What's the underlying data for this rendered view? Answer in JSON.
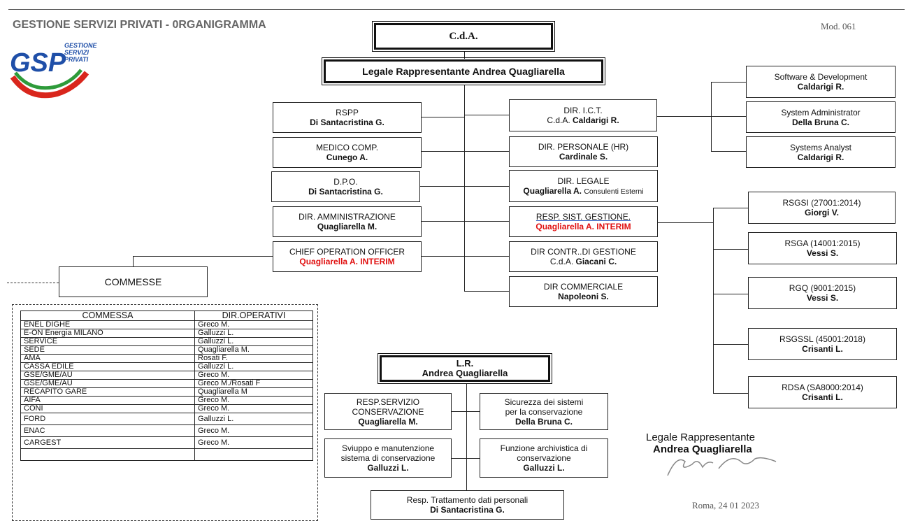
{
  "header": {
    "title": "GESTIONE SERVIZI PRIVATI - 0RGANIGRAMMA",
    "mod": "Mod. 061",
    "logo_text": "GSP",
    "logo_sub": [
      "GESTIONE",
      "SERVIZI",
      "PRIVATI"
    ]
  },
  "cda": "C.d.A.",
  "legale_box": "Legale Rappresentante Andrea Quagliarella",
  "left_boxes": [
    {
      "l1": "RSPP",
      "l2": "Di Santacristina G."
    },
    {
      "l1": "MEDICO COMP.",
      "l2": "Cunego A."
    },
    {
      "l1": "D.P.O.",
      "l2": "Di Santacristina G."
    },
    {
      "l1": "DIR. AMMINISTRAZIONE",
      "l2": "Quagliarella M."
    },
    {
      "l1": "CHIEF OPERATION OFFICER",
      "l2": "Quagliarella A.  INTERIM"
    }
  ],
  "mid_boxes": [
    {
      "l1": "DIR. I.C.T.",
      "l2a": "C.d.A. ",
      "l2b": "Caldarigi R."
    },
    {
      "l1": "DIR. PERSONALE (HR)",
      "l2": "Cardinale S."
    },
    {
      "l1": "DIR. LEGALE",
      "l2a": "Quagliarella A. ",
      "l2b": "Consulenti Esterni"
    },
    {
      "l1": "RESP. SIST. GESTIONE.",
      "l2": "Quagliarella A.  INTERIM"
    },
    {
      "l1": "DIR CONTR..DI GESTIONE",
      "l2a": "C.d.A. ",
      "l2b": "Giacani C."
    },
    {
      "l1": "DIR COMMERCIALE",
      "l2": "Napoleoni S."
    }
  ],
  "ict_boxes": [
    {
      "l1": "Software & Development",
      "l2": "Caldarigi R."
    },
    {
      "l1": "System Administrator",
      "l2": "Della Bruna C."
    },
    {
      "l1": "Systems Analyst",
      "l2": "Caldarigi R."
    }
  ],
  "sg_boxes": [
    {
      "l1": "RSGSI (27001:2014)",
      "l2": "Giorgi V."
    },
    {
      "l1": "RSGA (14001:2015)",
      "l2": "Vessi S."
    },
    {
      "l1": "RGQ (9001:2015)",
      "l2": "Vessi S."
    },
    {
      "l1": "RSGSSL (45001:2018)",
      "l2": "Crisanti L."
    },
    {
      "l1": "RDSA (SA8000:2014)",
      "l2": "Crisanti L."
    }
  ],
  "commesse_label": "COMMESSE",
  "commesse_table": {
    "headers": [
      "COMMESSA",
      "DIR.OPERATIVI"
    ],
    "rows": [
      [
        "ENEL DIGHE",
        "Greco M."
      ],
      [
        "E-ON Energia MILANO",
        "Galluzzi L."
      ],
      [
        "SERVICE",
        "Galluzzi L."
      ],
      [
        "SEDE",
        "Quagliarella M."
      ],
      [
        "AMA",
        "Rosati F."
      ],
      [
        "CASSA EDILE",
        "Galluzzi L."
      ],
      [
        "GSE/GME/AU",
        "Greco M."
      ],
      [
        "GSE/GME/AU",
        "Greco M./Rosati F"
      ],
      [
        "RECAPITO GARE",
        "Quagliarella M"
      ],
      [
        "AIFA",
        "Greco M."
      ],
      [
        "CONI",
        "Greco M."
      ],
      [
        "FORD",
        "Galluzzi L."
      ],
      [
        "ENAC",
        "Greco M."
      ],
      [
        "CARGEST",
        "Greco M."
      ],
      [
        "",
        ""
      ]
    ]
  },
  "lr_box": {
    "l1": "L.R.",
    "l2": "Andrea Quagliarella"
  },
  "conserv_boxes": [
    {
      "l1": "RESP.SERVIZIO",
      "l1b": "CONSERVAZIONE",
      "l2": "Quagliarella M."
    },
    {
      "l1": "Sicurezza dei sistemi",
      "l1b": "per la conservazione",
      "l2": "Della Bruna C."
    },
    {
      "l1": "Sviuppo e manutenzione",
      "l1b": "sistema di conservazione",
      "l2": "Galluzzi L."
    },
    {
      "l1": "Funzione archivistica di",
      "l1b": "conservazione",
      "l2": "Galluzzi L."
    },
    {
      "l1": "Resp. Trattamento dati personali",
      "l2": "Di Santacristina G."
    }
  ],
  "signature": {
    "role": "Legale Rappresentante",
    "name": "Andrea Quagliarella",
    "place_date": "Roma, 24 01 2023"
  },
  "colors": {
    "accent_red": "#e01010",
    "logo_blue": "#1f4fa8",
    "logo_green": "#2e9b3a",
    "logo_red": "#d9261c"
  }
}
